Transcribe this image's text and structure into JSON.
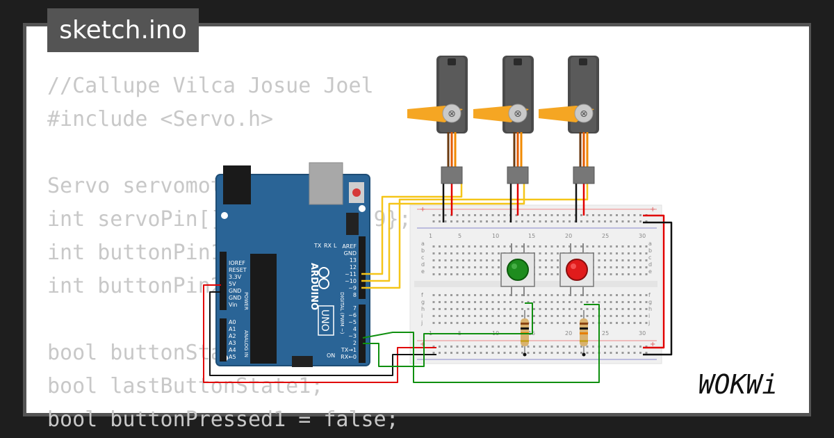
{
  "tab": {
    "filename": "sketch.ino"
  },
  "code": {
    "lines": [
      "//Callupe Vilca Josue Joel",
      "#include <Servo.h>",
      "",
      "Servo servomotores[3];",
      "int servoPin[] = {11, 10, 9};",
      "int buttonPin1 = 2;",
      "int buttonPin2 = 3;",
      "",
      "bool buttonState1;",
      "bool lastButtonState1;",
      "bool buttonPressed1 = false;"
    ]
  },
  "arduino": {
    "brand": "ARDUINO",
    "model": "UNO",
    "power_header_labels": [
      "IOREF",
      "RESET",
      "3.3V",
      "5V",
      "GND",
      "GND",
      "Vin"
    ],
    "power_label": "POWER",
    "analog_header_labels": [
      "A0",
      "A1",
      "A2",
      "A3",
      "A4",
      "A5"
    ],
    "analog_label": "ANALOG IN",
    "digital_top_labels": [
      "AREF",
      "GND",
      "13",
      "12",
      "~11",
      "~10",
      "~9",
      "8"
    ],
    "digital_bottom_labels": [
      "7",
      "~6",
      "~5",
      "4",
      "~3",
      "2",
      "TX→1",
      "RX←0"
    ],
    "digital_label": "DIGITAL (PWM ~)",
    "led_labels": {
      "tx": "TX",
      "rx": "RX",
      "l": "L",
      "on": "ON"
    }
  },
  "breadboard": {
    "column_numbers": [
      "1",
      "5",
      "10",
      "15",
      "20",
      "25",
      "30"
    ],
    "row_letters_top": [
      "a",
      "b",
      "c",
      "d",
      "e"
    ],
    "row_letters_bottom": [
      "f",
      "g",
      "h",
      "i",
      "j"
    ],
    "plus": "+",
    "minus": "−"
  },
  "buttons": [
    {
      "color_name": "green",
      "color": "#1e8c1e"
    },
    {
      "color_name": "red",
      "color": "#e01b1b"
    }
  ],
  "servos": [
    {
      "id": "servo-1"
    },
    {
      "id": "servo-2"
    },
    {
      "id": "servo-3"
    }
  ],
  "brand": {
    "logo_text": "WOKWi"
  },
  "colors": {
    "wire_yellow": "#f5c518",
    "wire_red": "#e00000",
    "wire_black": "#111111",
    "wire_green": "#0f8f0f",
    "board_blue": "#2a6496",
    "servo_horn": "#f5a623"
  }
}
